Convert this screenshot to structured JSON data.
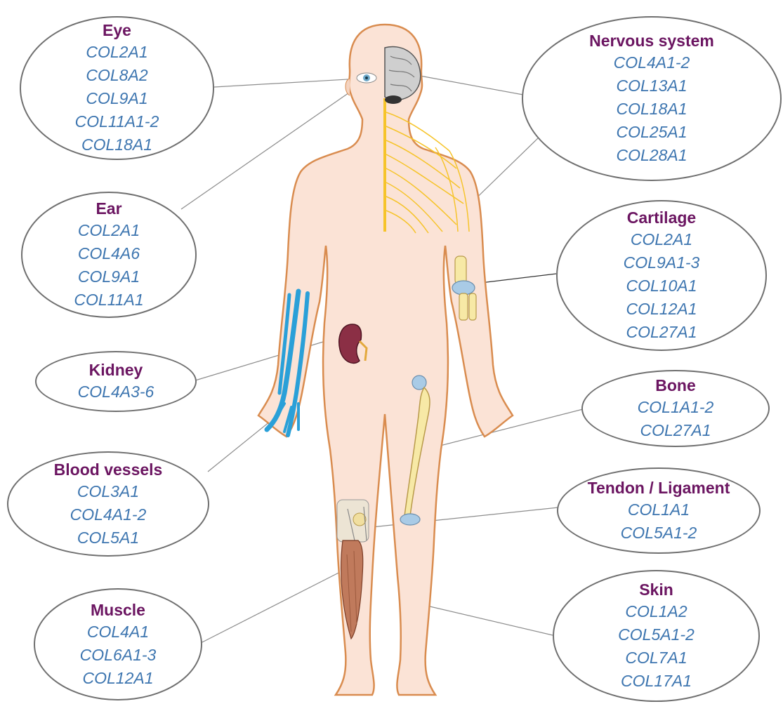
{
  "colors": {
    "title": "#6b1561",
    "gene": "#3e76b0",
    "outline": "#6f6f6f",
    "skin": "#fbe3d6",
    "skin_outline": "#d98c4f",
    "nerve": "#f6c42a",
    "vessel": "#2aa0d8",
    "bone": "#f7e9a6",
    "cartilage": "#a9cbe6",
    "kidney": "#8b2f45",
    "muscle": "#c07a5c"
  },
  "icons": [
    "eye-icon",
    "brain-icon",
    "kidney-icon",
    "femur-icon",
    "elbow-joint-icon",
    "knee-tendon-icon",
    "muscle-icon",
    "nerve-network-icon",
    "blood-vessel-icon"
  ],
  "tissues": [
    {
      "key": "eye",
      "title": "Eye",
      "genes": [
        "COL2A1",
        "COL8A2",
        "COL9A1",
        "COL11A1-2",
        "COL18A1"
      ]
    },
    {
      "key": "ear",
      "title": "Ear",
      "genes": [
        "COL2A1",
        "COL4A6",
        "COL9A1",
        "COL11A1"
      ]
    },
    {
      "key": "kidney",
      "title": "Kidney",
      "genes": [
        "COL4A3-6"
      ]
    },
    {
      "key": "blood-vessels",
      "title": "Blood vessels",
      "genes": [
        "COL3A1",
        "COL4A1-2",
        "COL5A1"
      ]
    },
    {
      "key": "muscle",
      "title": "Muscle",
      "genes": [
        "COL4A1",
        "COL6A1-3",
        "COL12A1"
      ]
    },
    {
      "key": "nervous-system",
      "title": "Nervous system",
      "genes": [
        "COL4A1-2",
        "COL13A1",
        "COL18A1",
        "COL25A1",
        "COL28A1"
      ]
    },
    {
      "key": "cartilage",
      "title": "Cartilage",
      "genes": [
        "COL2A1",
        "COL9A1-3",
        "COL10A1",
        "COL12A1",
        "COL27A1"
      ]
    },
    {
      "key": "bone",
      "title": "Bone",
      "genes": [
        "COL1A1-2",
        "COL27A1"
      ]
    },
    {
      "key": "tendon-ligament",
      "title": "Tendon / Ligament",
      "genes": [
        "COL1A1",
        "COL5A1-2"
      ]
    },
    {
      "key": "skin",
      "title": "Skin",
      "genes": [
        "COL1A2",
        "COL5A1-2",
        "COL7A1",
        "COL17A1"
      ]
    }
  ]
}
